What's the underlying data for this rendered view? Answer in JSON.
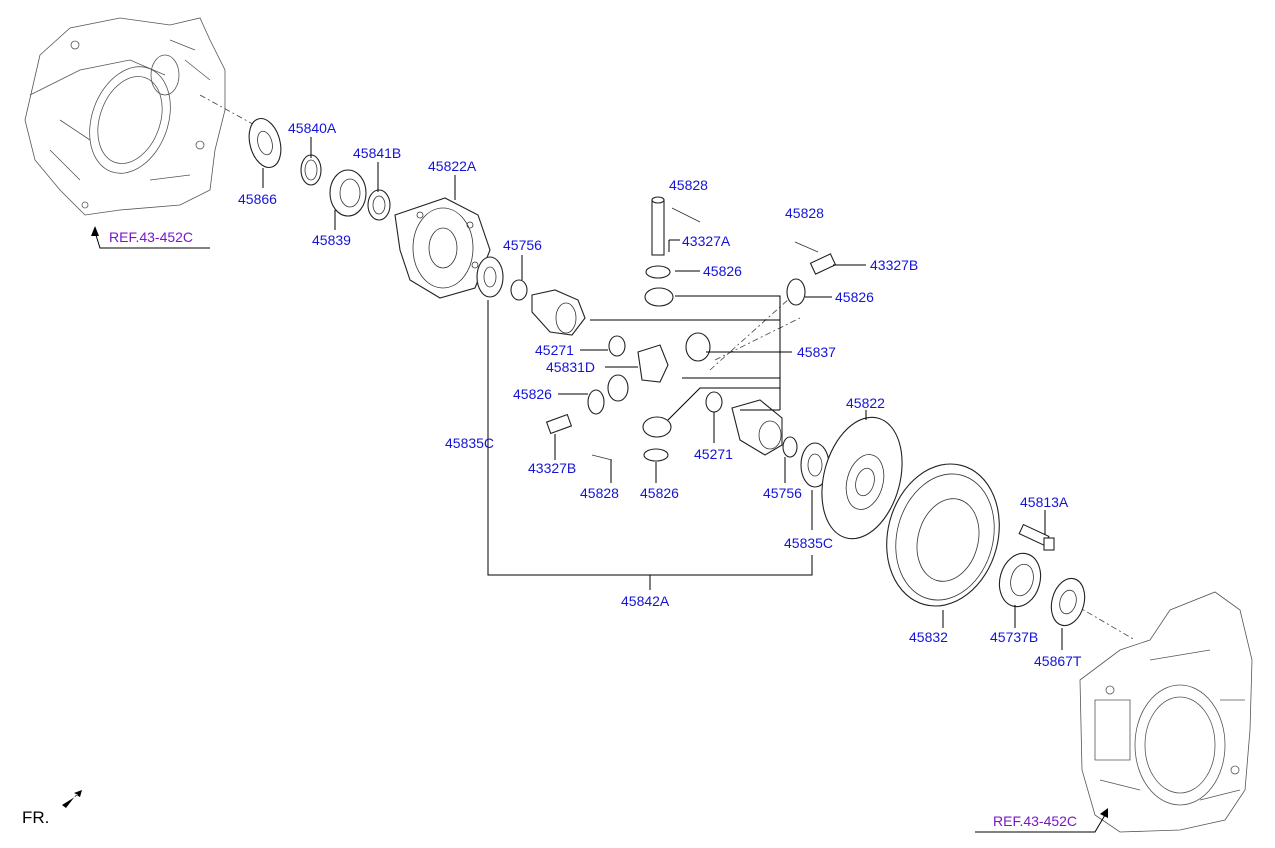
{
  "diagram": {
    "labels": {
      "p45840A": "45840A",
      "p45866": "45866",
      "p45841B": "45841B",
      "p45822A": "45822A",
      "p45839": "45839",
      "p45756_top": "45756",
      "p45828_top": "45828",
      "p43327A": "43327A",
      "p45828_right": "45828",
      "p43327B_right": "43327B",
      "p45826_top": "45826",
      "p45826_right": "45826",
      "p45271_left": "45271",
      "p45831D": "45831D",
      "p45837": "45837",
      "p45826_left": "45826",
      "p45835C_left": "45835C",
      "p43327B_left": "43327B",
      "p45828_bottom": "45828",
      "p45826_bottom": "45826",
      "p45271_right": "45271",
      "p45822": "45822",
      "p45756_bottom": "45756",
      "p45835C_right": "45835C",
      "p45813A": "45813A",
      "p45842A": "45842A",
      "p45832": "45832",
      "p45737B": "45737B",
      "p45867T": "45867T"
    },
    "refs": {
      "top_left": "REF.43-452C",
      "bottom_right": "REF.43-452C"
    },
    "fr": "FR."
  }
}
